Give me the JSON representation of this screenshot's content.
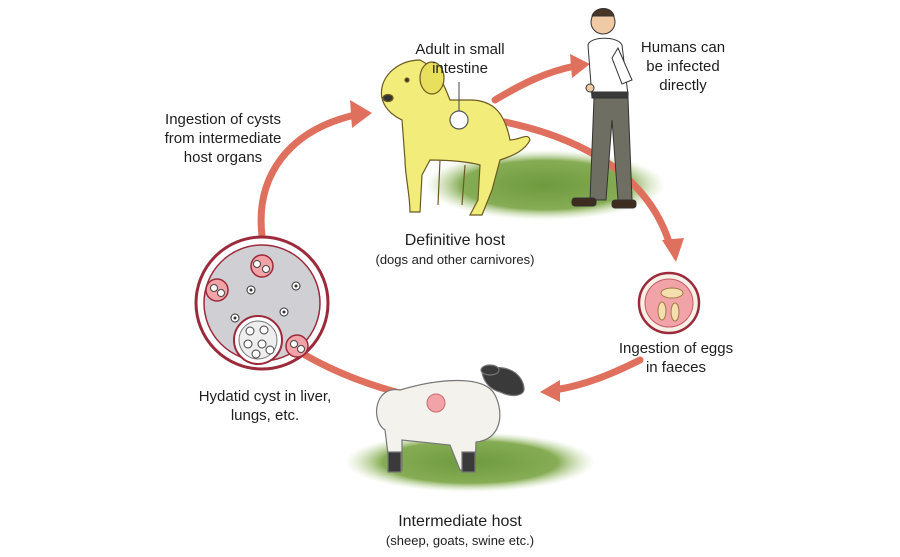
{
  "labels": {
    "adult": "Adult in small\nintestine",
    "humans": "Humans can\nbe infected\ndirectly",
    "ingestion_cysts": "Ingestion of cysts\nfrom intermediate\nhost organs",
    "definitive_title": "Definitive host",
    "definitive_sub": "(dogs and other carnivores)",
    "ingestion_eggs": "Ingestion of eggs\nin faeces",
    "hydatid": "Hydatid cyst in liver,\nlungs, etc.",
    "intermediate_title": "Intermediate host",
    "intermediate_sub": "(sheep, goats, swine etc.)"
  },
  "icons": {
    "dog": "dog-illustration",
    "human": "human-illustration",
    "sheep": "sheep-illustration",
    "egg": "egg-circle-icon",
    "cyst": "hydatid-cyst-icon"
  },
  "colors": {
    "arrow": "#e0705e",
    "dog": "#f2ec7a",
    "grass": "#7fa84e",
    "cyst_ring": "#9b2a3a",
    "cyst_fill": "#cfcfd4",
    "pink": "#f2a3a8"
  }
}
